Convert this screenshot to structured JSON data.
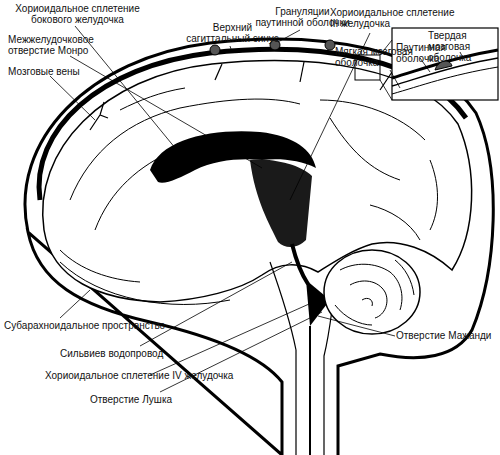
{
  "diagram": {
    "labels": [
      "Хориоидальное сплетение бокового желудочка",
      "Межжелудочковое отверстие Монро",
      "Мозговые вены",
      "Верхний сагиттальный синус",
      "Грануляции паутинной оболочки",
      "Хориоидальное сплетение III желудочка",
      "Твердая мозговая оболочка",
      "Паутинная оболочка",
      "Мягкая мозговая оболочка",
      "Субарахноидальное пространство",
      "Сильвиев водопровод",
      "Хориоидальное сплетение IV желудочка",
      "Отверстие Лушка",
      "Отверстие Мажанди"
    ]
  }
}
